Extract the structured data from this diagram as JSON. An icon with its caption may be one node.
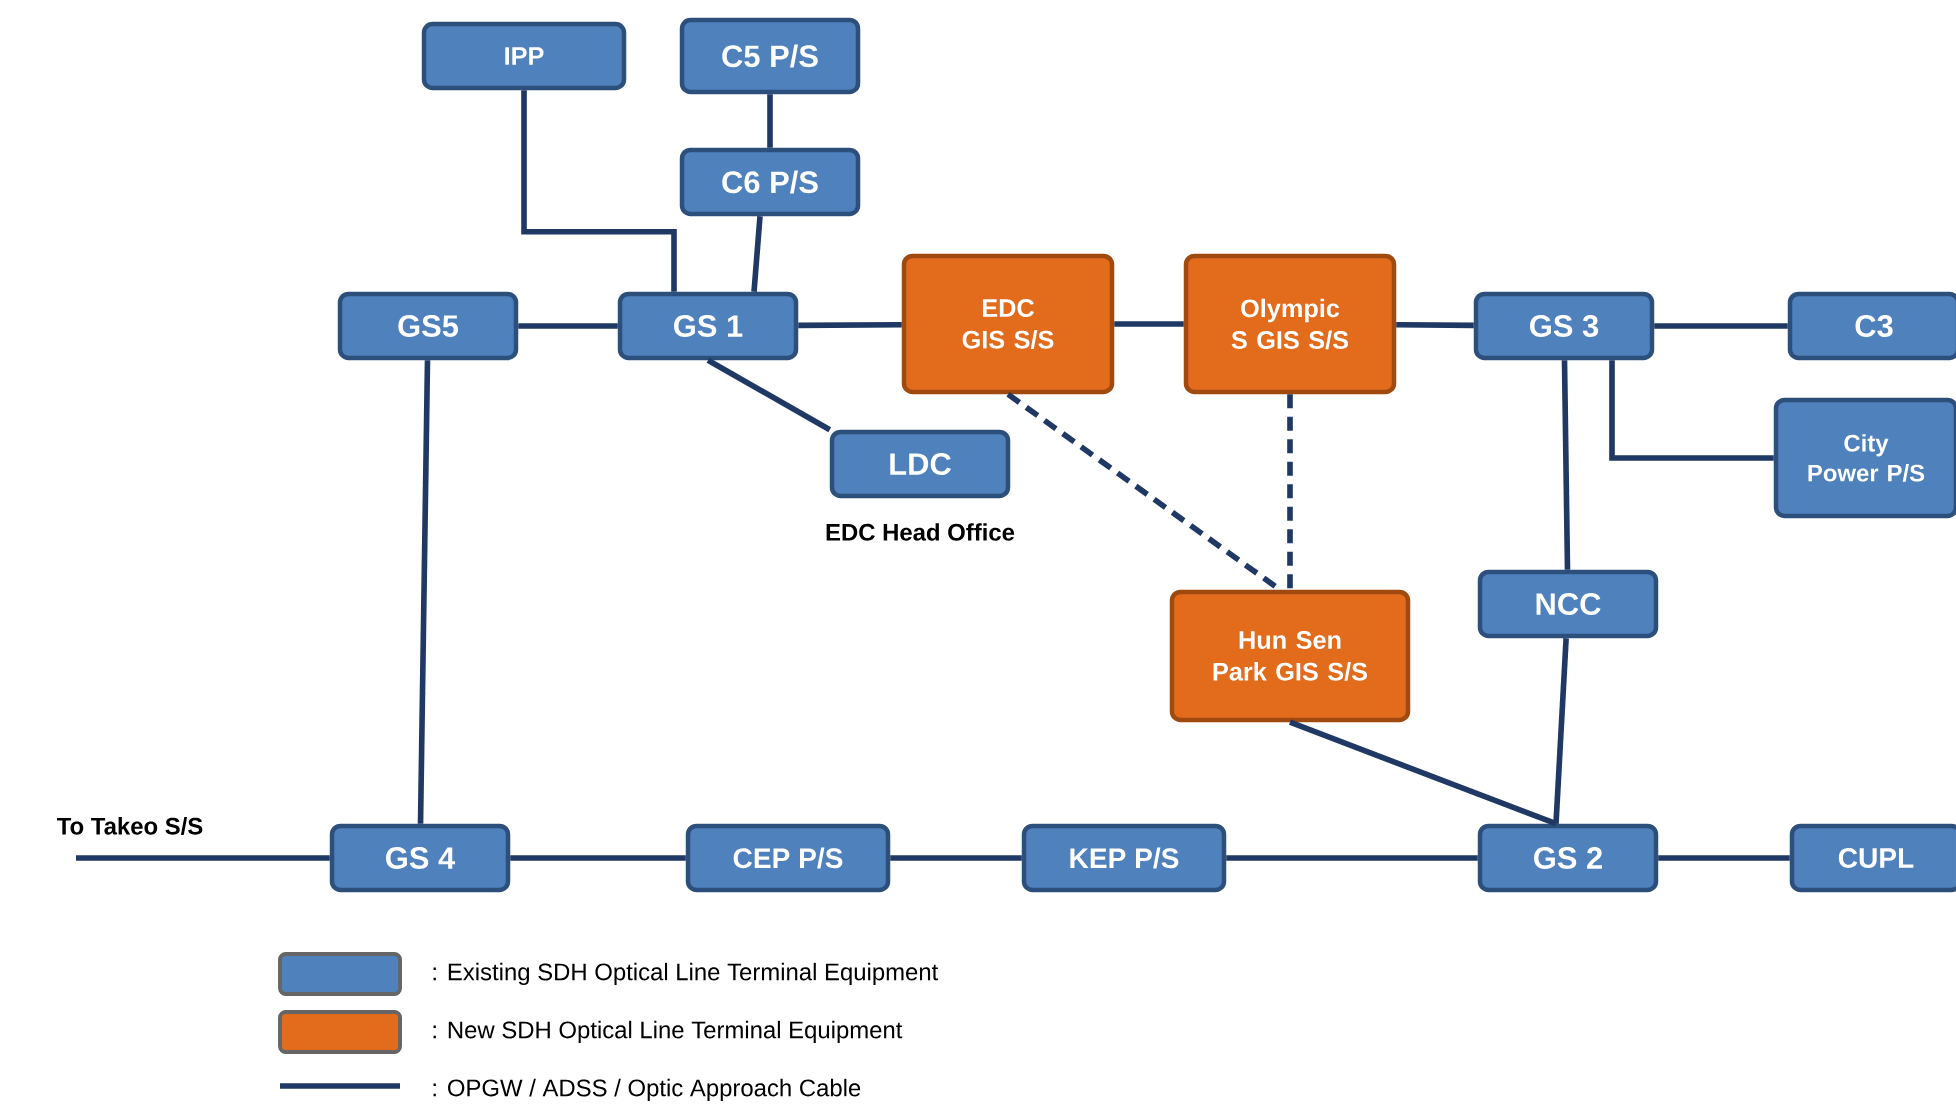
{
  "diagram": {
    "nodes": [
      {
        "text": [
          "IPP"
        ]
      },
      {
        "text": [
          "C5 P/S"
        ]
      },
      {
        "text": [
          "C6 P/S"
        ]
      },
      {
        "text": [
          "GS5"
        ]
      },
      {
        "text": [
          "GS 1"
        ]
      },
      {
        "text": [
          "EDC GIS S/S"
        ]
      },
      {
        "text": [
          "Olympic S GIS S/S"
        ]
      },
      {
        "text": [
          "GS 3"
        ]
      },
      {
        "text": [
          "C3"
        ]
      },
      {
        "text": [
          "LDC"
        ],
        "beside": [
          "EDC Head Office"
        ]
      },
      {
        "text": [
          "City Power P/S"
        ]
      },
      {
        "text": [
          "NCC"
        ]
      },
      {
        "text": [
          "Hun Sen Park GIS S/S"
        ]
      },
      {
        "text": [
          "GS 4"
        ]
      },
      {
        "text": [
          "CEP P/S"
        ]
      },
      {
        "text": [
          "KEP P/S"
        ]
      },
      {
        "text": [
          "GS 2"
        ]
      },
      {
        "text": [
          "CUPL"
        ]
      }
    ],
    "edges": [
      {
        "from": 0,
        "to": 4,
        "arrow": "none"
      },
      {
        "from": 1,
        "to": 2,
        "arrow": "none"
      },
      {
        "from": 2,
        "to": 4,
        "arrow": "none"
      },
      {
        "from": 3,
        "to": 4,
        "arrow": "none"
      },
      {
        "from": 4,
        "to": 5,
        "arrow": "none"
      },
      {
        "from": 5,
        "to": 6,
        "arrow": "none"
      },
      {
        "from": 6,
        "to": 7,
        "arrow": "none"
      },
      {
        "from": 7,
        "to": 8,
        "arrow": "none"
      },
      {
        "from": 4,
        "to": 9,
        "arrow": "none"
      },
      {
        "from": 7,
        "to": 10,
        "arrow": "none"
      },
      {
        "from": 7,
        "to": 11,
        "arrow": "none"
      },
      {
        "from": 11,
        "to": 16,
        "arrow": "none"
      },
      {
        "from": 5,
        "to": 12,
        "arrow": "none",
        "style": "dashed"
      },
      {
        "from": 6,
        "to": 12,
        "arrow": "none",
        "style": "dashed"
      },
      {
        "from": 12,
        "to": 16,
        "arrow": "none"
      },
      {
        "from": 3,
        "to": 13,
        "arrow": "none"
      },
      {
        "from": 13,
        "to": 14,
        "arrow": "none"
      },
      {
        "from": 14,
        "to": 15,
        "arrow": "none"
      },
      {
        "from": 15,
        "to": 16,
        "arrow": "none"
      },
      {
        "from": 16,
        "to": 17,
        "arrow": "none"
      },
      {
        "from": null,
        "to": 13,
        "arrow": "none",
        "label": "To Takeo S/S"
      }
    ],
    "legend": [
      {
        "text": ": Existing SDH Optical Line Terminal Equipment",
        "color": "#4f81bd"
      },
      {
        "text": ": New SDH Optical Line Terminal Equipment",
        "color": "#e26b1c"
      },
      {
        "text": ": OPGW / ADSS / Optic Approach Cable"
      }
    ]
  }
}
